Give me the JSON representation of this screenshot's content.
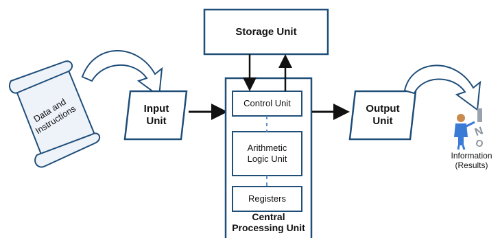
{
  "diagram": {
    "storage_unit": "Storage Unit",
    "input_unit": "Input\nUnit",
    "output_unit": "Output\nUnit",
    "data_instructions": "Data and\nInstructions",
    "control_unit": "Control Unit",
    "alu": "Arithmetic\nLogic Unit",
    "registers": "Registers",
    "cpu_label": "Central\nProcessing Unit",
    "information": "Information\n(Results)"
  },
  "colors": {
    "box_stroke": "#1f4e79",
    "box_fill": "#ffffff",
    "scroll_fill": "#eef3fa",
    "arrow": "#111111",
    "curved_arrow_fill": "#ffffff",
    "dashed_connector": "#5b8fc7",
    "figure_blue": "#3a7bd5",
    "figure_skin": "#c98b4e"
  },
  "icons": {
    "person": "person-pointing-icon",
    "info_letters": "info-letters-icon"
  }
}
